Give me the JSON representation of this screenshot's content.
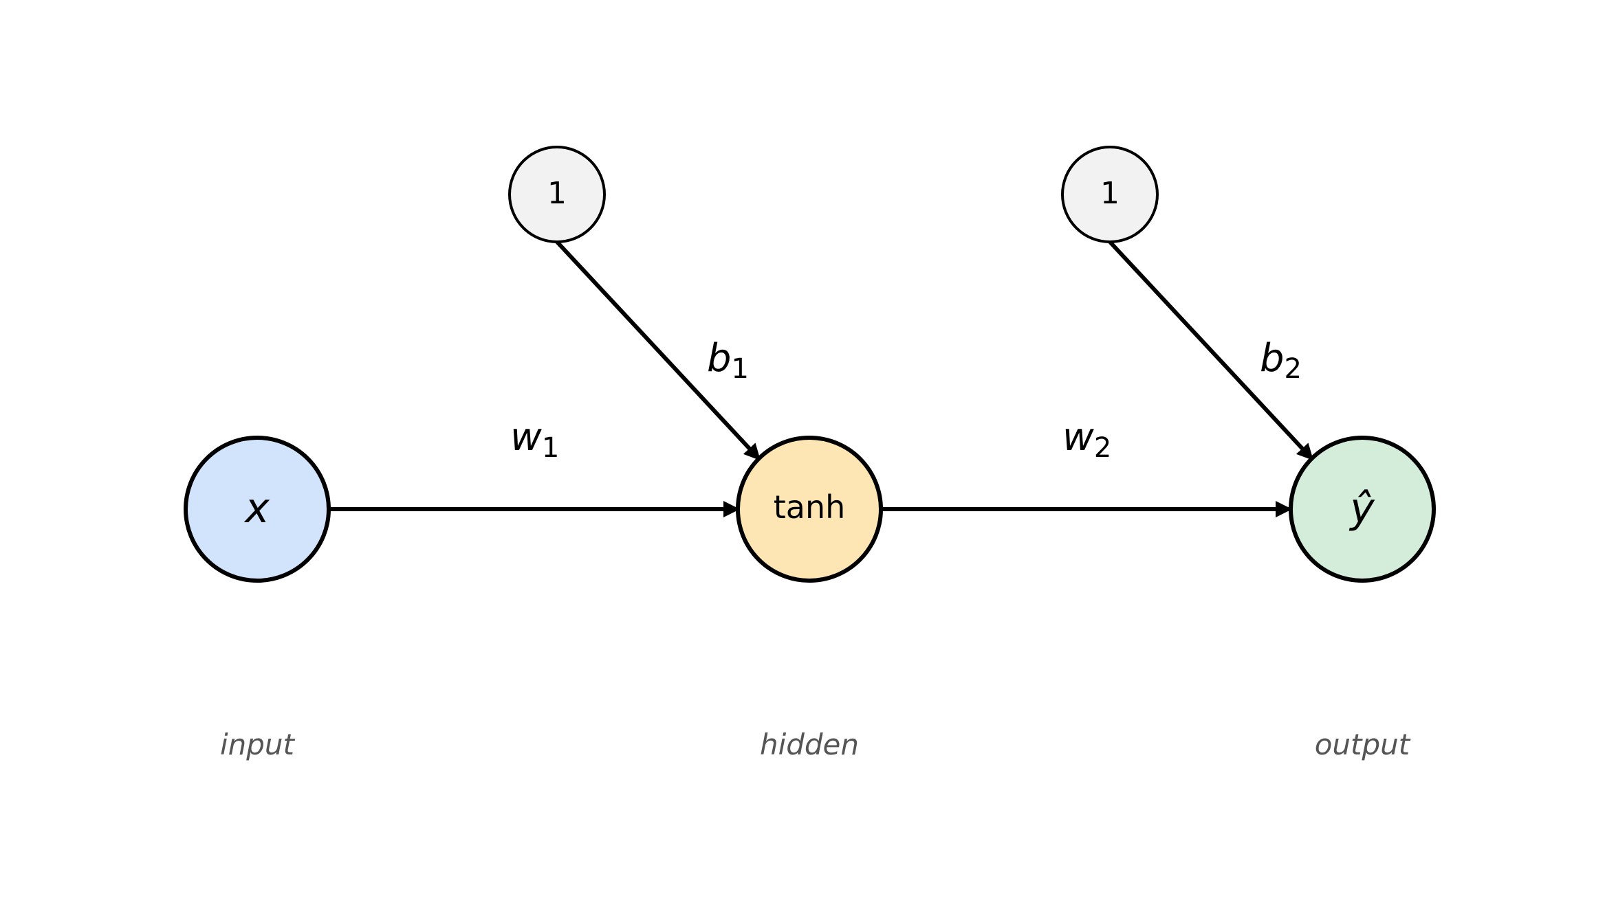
{
  "colors": {
    "input_fill": "#d2e3fc",
    "hidden_fill": "#fde6b3",
    "output_fill": "#d4ecda",
    "bias_fill": "#f2f2f2",
    "stroke": "#000000",
    "layer_label": "#555555"
  },
  "nodes": {
    "input": {
      "label": "x"
    },
    "hidden": {
      "label": "tanh"
    },
    "output": {
      "label": "ŷ"
    },
    "bias1": {
      "label": "1"
    },
    "bias2": {
      "label": "1"
    }
  },
  "edges": {
    "w1": {
      "symbol": "w",
      "subscript": "1"
    },
    "w2": {
      "symbol": "w",
      "subscript": "2"
    },
    "b1": {
      "symbol": "b",
      "subscript": "1"
    },
    "b2": {
      "symbol": "b",
      "subscript": "2"
    }
  },
  "layers": {
    "input": "input",
    "hidden": "hidden",
    "output": "output"
  }
}
